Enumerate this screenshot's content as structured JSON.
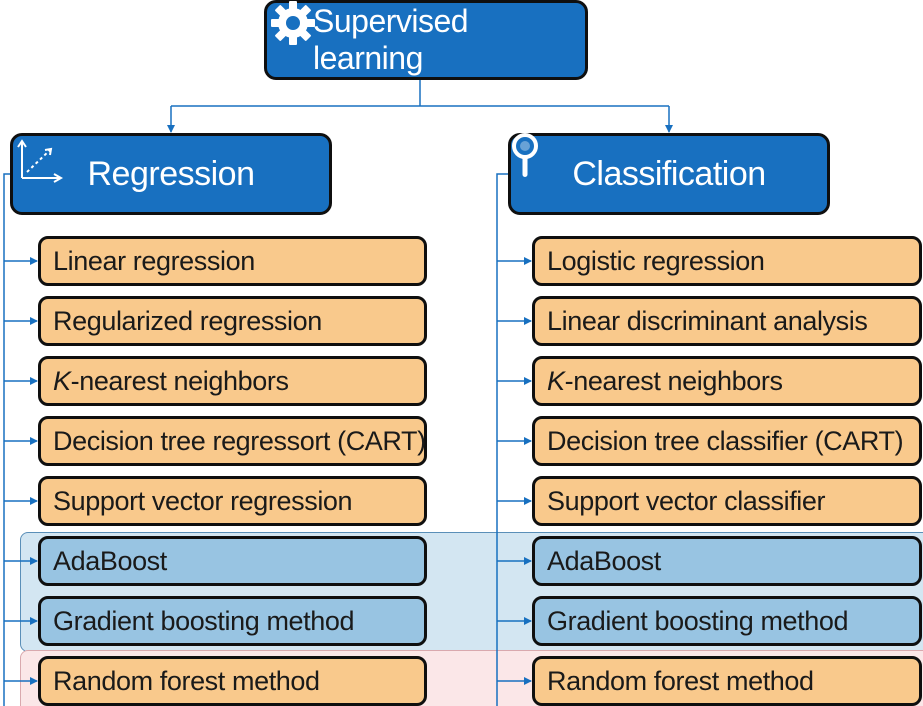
{
  "root": {
    "label": "Supervised learning",
    "icon": "gear-icon"
  },
  "branches": [
    {
      "id": "regression",
      "label": "Regression",
      "icon": "axes-icon",
      "items": [
        {
          "label": "Linear regression",
          "group": "orange"
        },
        {
          "label": "Regularized regression",
          "group": "orange"
        },
        {
          "label": "K-nearest neighbors",
          "italic_prefix": "K",
          "rest": "-nearest neighbors",
          "group": "orange"
        },
        {
          "label": "Decision tree regressort (CART)",
          "group": "orange"
        },
        {
          "label": "Support vector regression",
          "group": "orange"
        },
        {
          "label": "AdaBoost",
          "group": "blue"
        },
        {
          "label": "Gradient boosting method",
          "group": "blue"
        },
        {
          "label": "Random forest method",
          "group": "orange"
        }
      ]
    },
    {
      "id": "classification",
      "label": "Classification",
      "icon": "magnifier-icon",
      "items": [
        {
          "label": "Logistic regression",
          "group": "orange"
        },
        {
          "label": "Linear discriminant analysis",
          "group": "orange"
        },
        {
          "label": "K-nearest neighbors",
          "italic_prefix": "K",
          "rest": "-nearest neighbors",
          "group": "orange"
        },
        {
          "label": "Decision tree classifier (CART)",
          "group": "orange"
        },
        {
          "label": "Support vector classifier",
          "group": "orange"
        },
        {
          "label": "AdaBoost",
          "group": "blue"
        },
        {
          "label": "Gradient boosting method",
          "group": "blue"
        },
        {
          "label": "Random forest method",
          "group": "orange"
        }
      ]
    }
  ],
  "colors": {
    "header_fill": "#1870c0",
    "item_orange": "#f9c98c",
    "item_blue": "#98c4e2",
    "band_blue": "#d3e6f2",
    "band_pink": "#fbe7e8",
    "connector": "#1870c0"
  }
}
